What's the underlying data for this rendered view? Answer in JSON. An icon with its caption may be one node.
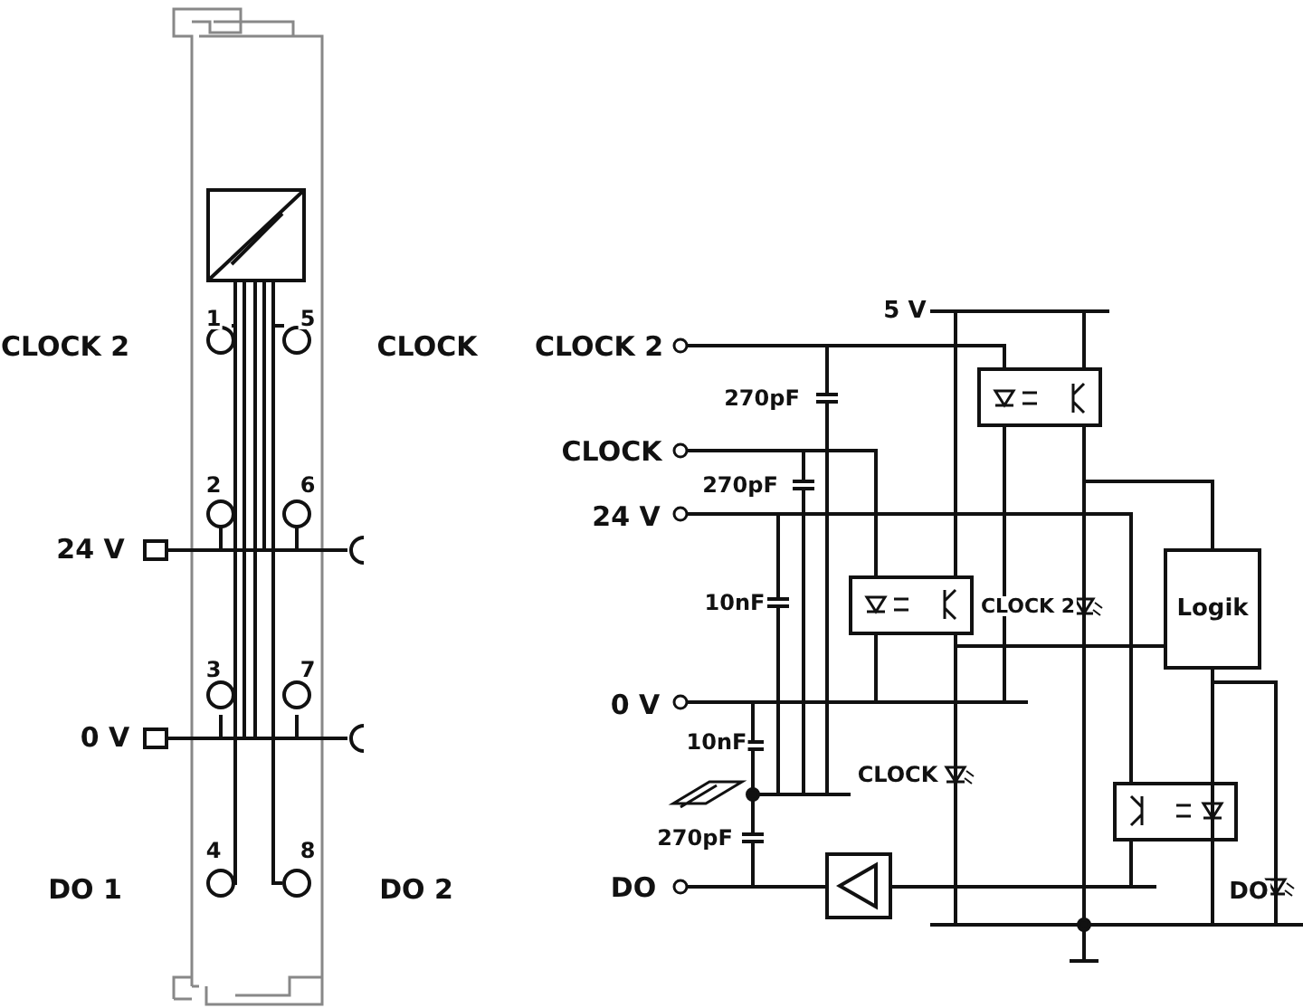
{
  "diagram": {
    "nodes": [
      {
        "text": [
          "Logik"
        ]
      }
    ],
    "labels": [
      "1",
      "5",
      "CLOCK 2",
      "CLOCK",
      "2",
      "6",
      "24 V",
      "3",
      "7",
      "0 V",
      "4",
      "8",
      "DO 1",
      "DO 2",
      "5 V",
      "CLOCK 2",
      "270pF",
      "CLOCK",
      "270pF",
      "24 V",
      "10nF",
      "CLOCK 2",
      "0 V",
      "10nF",
      "CLOCK",
      "270pF",
      "DO",
      "DO"
    ]
  }
}
